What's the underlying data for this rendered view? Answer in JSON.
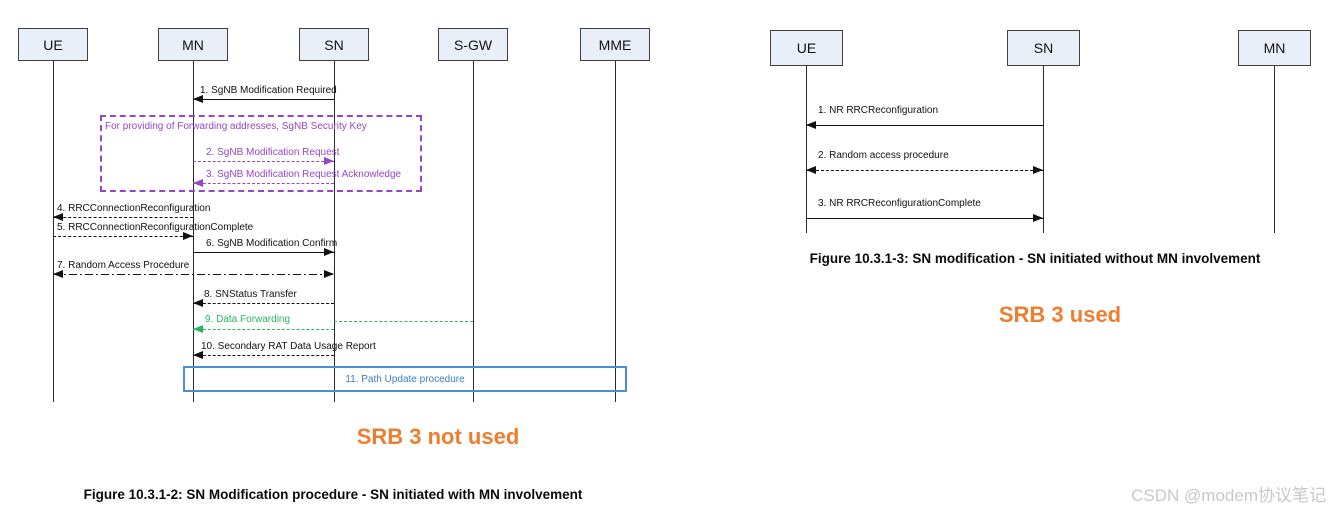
{
  "left_diagram": {
    "entities": [
      "UE",
      "MN",
      "SN",
      "S-GW",
      "MME"
    ],
    "note": "For providing of Forwarding addresses, SgNB Security Key",
    "messages": [
      {
        "label": "1. SgNB Modification Required",
        "from": "SN",
        "to": "MN",
        "style": "solid"
      },
      {
        "label": "2. SgNB Modification Request",
        "from": "MN",
        "to": "SN",
        "style": "dashed",
        "color": "purple"
      },
      {
        "label": "3. SgNB Modification Request Acknowledge",
        "from": "SN",
        "to": "MN",
        "style": "dashed",
        "color": "purple"
      },
      {
        "label": "4. RRCConnectionReconfiguration",
        "from": "MN",
        "to": "UE",
        "style": "dashed"
      },
      {
        "label": "5. RRCConnectionReconfigurationComplete",
        "from": "UE",
        "to": "MN",
        "style": "dashed"
      },
      {
        "label": "6. SgNB Modification Confirm",
        "from": "MN",
        "to": "SN",
        "style": "solid"
      },
      {
        "label": "7. Random Access Procedure",
        "from": "UE",
        "to": "SN",
        "style": "dash-dot",
        "bidirectional": true
      },
      {
        "label": "8. SNStatus Transfer",
        "from": "SN",
        "to": "MN",
        "style": "dashed"
      },
      {
        "label": "9. Data Forwarding",
        "from": "S-GW",
        "to": "MN",
        "style": "dashed",
        "color": "green"
      },
      {
        "label": "10. Secondary RAT Data Usage Report",
        "from": "SN",
        "to": "MN",
        "style": "dashed"
      },
      {
        "label": "11. Path Update procedure",
        "style": "procedure-box",
        "color": "blue",
        "spans": [
          "MN",
          "MME"
        ]
      }
    ],
    "srb_label": "SRB 3 not used",
    "caption": "Figure 10.3.1-2: SN Modification procedure - SN initiated with MN involvement"
  },
  "right_diagram": {
    "entities": [
      "UE",
      "SN",
      "MN"
    ],
    "messages": [
      {
        "label": "1. NR RRCReconfiguration",
        "from": "SN",
        "to": "UE",
        "style": "solid"
      },
      {
        "label": "2. Random access procedure",
        "from": "UE",
        "to": "SN",
        "style": "dashed",
        "bidirectional": true
      },
      {
        "label": "3. NR RRCReconfigurationComplete",
        "from": "UE",
        "to": "SN",
        "style": "solid"
      }
    ],
    "srb_label": "SRB 3 used",
    "caption": "Figure 10.3.1-3: SN modification - SN initiated without MN involvement"
  },
  "watermark": "CSDN @modem协议笔记",
  "colors": {
    "purple": "#9645c8",
    "green": "#28b463",
    "blue": "#4a8fd3",
    "orange": "#ef7d2e",
    "entity_fill": "#e9eff8"
  }
}
